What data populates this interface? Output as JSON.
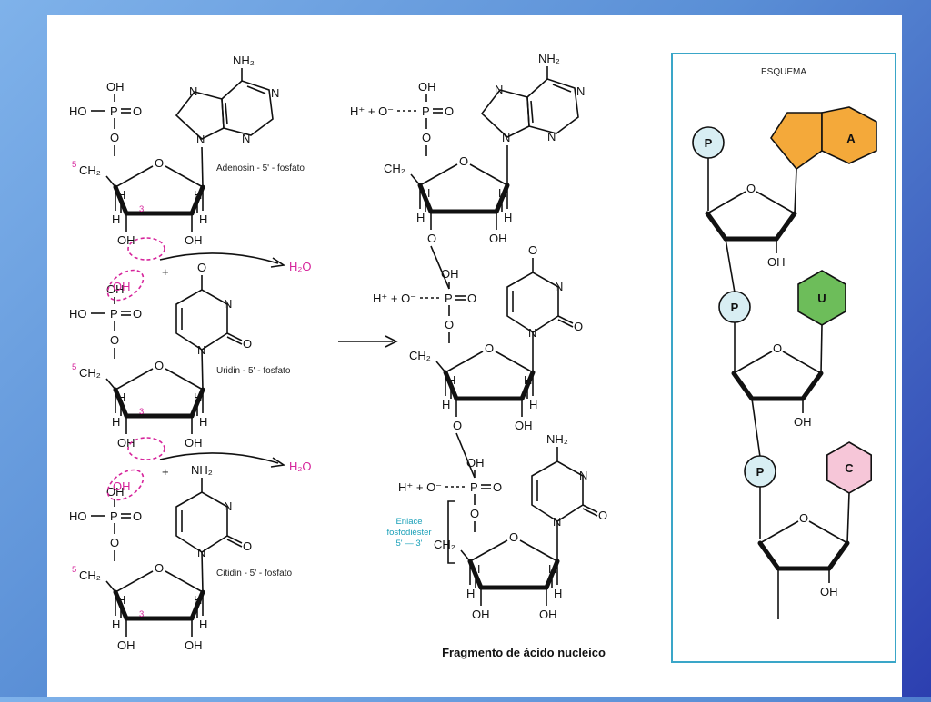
{
  "left": {
    "nucleotides": [
      {
        "name": "Adenosin - 5' - fosfato"
      },
      {
        "name": "Uridin - 5' - fosfato"
      },
      {
        "name": "Citidin - 5' - fosfato"
      }
    ],
    "water": "H₂O",
    "plus": "+"
  },
  "middle": {
    "title": "Fragmento de ácido nucleico",
    "proton_left": "H⁺ + O⁻",
    "bond_label_1": "Enlace",
    "bond_label_2": "fosfodiéster",
    "bond_label_3": "5' — 3'"
  },
  "labels": {
    "oh": "OH",
    "ho": "HO",
    "p": "P",
    "o": "O",
    "h": "H",
    "n": "N",
    "nh2": "NH₂",
    "ch2": "CH₂",
    "c5": "5",
    "c3": "3"
  },
  "schema": {
    "title": "ESQUEMA",
    "bases": [
      "A",
      "U",
      "C"
    ],
    "phosphate": "P",
    "ring_o": "O",
    "oh": "OH",
    "colors": {
      "A": "#f4a93a",
      "U": "#6dbd5a",
      "C": "#f6c6d8",
      "P": "#d8eef3",
      "border": "#3aa6c8"
    }
  }
}
